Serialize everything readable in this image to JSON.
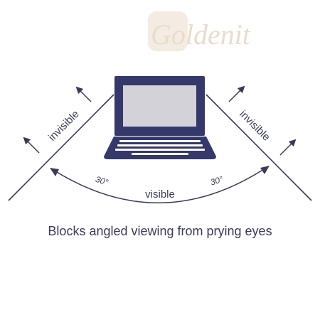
{
  "watermark": {
    "text": "Goldenit",
    "color": "#f1e7da"
  },
  "diagram": {
    "left_label": "invisible",
    "right_label": "invisible",
    "center_label": "visible",
    "left_angle": "30°",
    "right_angle": "30°",
    "caption": "Blocks angled viewing from prying eyes"
  },
  "colors": {
    "ink": "#3a3a5c",
    "laptop_body": "#35386a",
    "laptop_screen": "#d2d2d8",
    "keys": "#ffffff"
  },
  "icons": {
    "laptop": "laptop-icon"
  }
}
